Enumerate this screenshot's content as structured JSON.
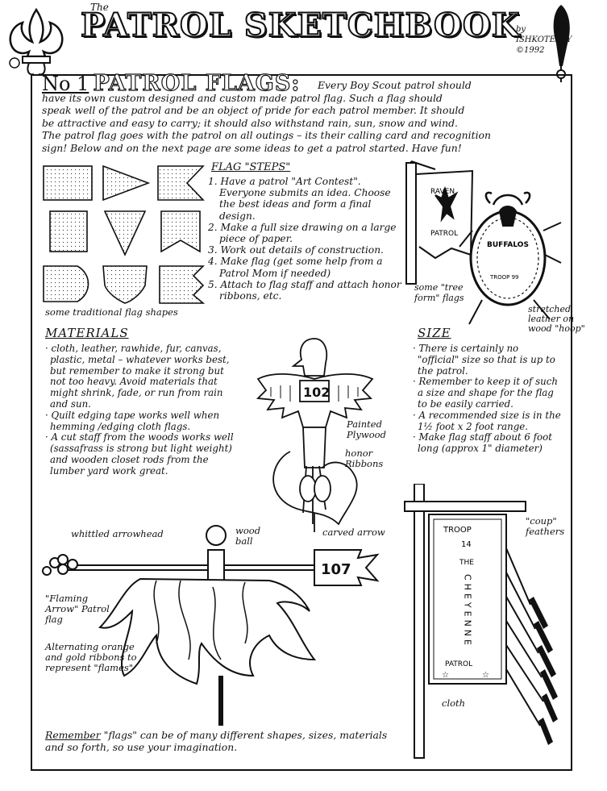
{
  "header": {
    "the": "The",
    "title": "PATROL SKETCHBOOK",
    "byline": [
      "by",
      "ISHKOTEKAY",
      "©1992"
    ]
  },
  "section": {
    "number": "No 1",
    "title": "PATROL FLAGS:",
    "intro_lead": "Every Boy Scout patrol should",
    "intro_lines": [
      "have its own custom designed and custom made patrol flag. Such a flag should",
      "speak well of the patrol and be an object of pride for each patrol member. It should",
      "be attractive and easy to carry; it should also withstand rain, sun, snow and wind.",
      "The patrol flag goes with the patrol on all outings – its their calling card and recognition",
      "sign! Below and on the next page are some ideas to get a patrol started. Have fun!"
    ]
  },
  "flag_steps": {
    "title": "FLAG \"STEPS\"",
    "items": [
      "1. Have a patrol \"Art Contest\". Everyone submits an idea. Choose the best ideas and form a final design.",
      "2. Make a full size drawing on a large piece of paper.",
      "3. Work out details of construction.",
      "4. Make flag (get some help from a Patrol Mom if needed)",
      "5. Attach to flag staff and attach honor ribbons, etc."
    ]
  },
  "illustrations": {
    "shapes_caption": "some traditional flag shapes",
    "raven_label": "RAVEN",
    "patrol_label": "PATROL",
    "buffalo_label": "BUFFALOS",
    "troop_label": "TROOP 99",
    "tree_form_caption": "some \"tree form\" flags",
    "hoop_caption": "stretched leather on wood \"hoop\"",
    "eagle_number": "102",
    "painted_plywood": "Painted Plywood",
    "honor_ribbons": "honor Ribbons",
    "whittled_arrowhead": "whittled arrowhead",
    "wood_ball": "wood ball",
    "carved_arrow": "carved arrow",
    "arrow_number": "107",
    "flaming_arrow": "\"Flaming Arrow\" Patrol flag",
    "alternating_ribbons": "Alternating orange and gold ribbons to represent \"flames\"",
    "coup_feathers": "\"coup\" feathers",
    "cloth": "cloth",
    "banner_top": "TROOP",
    "banner_number": "14",
    "banner_the": "THE",
    "banner_name": "CHEYENNE",
    "banner_patrol": "PATROL"
  },
  "materials": {
    "title": "MATERIALS",
    "items": [
      "· cloth, leather, rawhide, fur, canvas, plastic, metal – whatever works best, but remember to make it strong but not too heavy. Avoid materials that might shrink, fade, or run from rain and sun.",
      "· Quilt edging tape works well when hemming /edging cloth flags.",
      "· A cut staff from the woods works well (sassafrass is strong but light weight) and wooden closet rods from the lumber yard work great."
    ]
  },
  "size": {
    "title": "SIZE",
    "items": [
      "· There is certainly no \"official\" size so that is up to the patrol.",
      "· Remember to keep it of such a size and shape for the flag to be easily carried.",
      "· A recommended size is in the 1½ foot x 2 foot range.",
      "· Make flag staff about 6 foot long (approx 1\" diameter)"
    ]
  },
  "footer": {
    "remember_word": "Remember",
    "remember_rest": " \"flags\" can be of many different shapes, sizes, materials and so forth, so use your imagination."
  }
}
